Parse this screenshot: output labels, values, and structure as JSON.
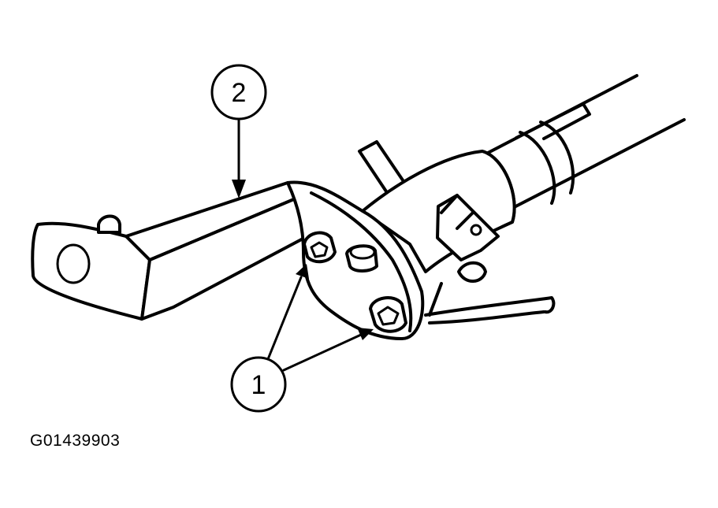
{
  "callouts": [
    {
      "id": "1",
      "label": "1"
    },
    {
      "id": "2",
      "label": "2"
    }
  ],
  "figure_id": "G01439903",
  "colors": {
    "ink": "#000000",
    "background": "#ffffff"
  }
}
